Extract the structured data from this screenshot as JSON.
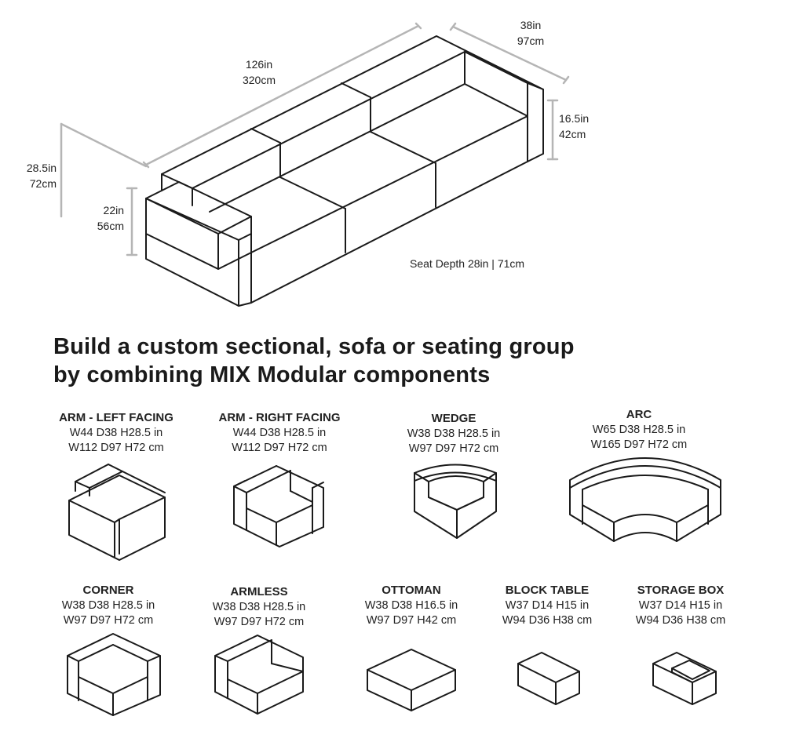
{
  "sofa": {
    "length": [
      "126in",
      "320cm"
    ],
    "depth": [
      "38in",
      "97cm"
    ],
    "arm_height": [
      "16.5in",
      "42cm"
    ],
    "total_height": [
      "28.5in",
      "72cm"
    ],
    "seat_height": [
      "22in",
      "56cm"
    ],
    "seat_depth": "Seat Depth 28in | 71cm"
  },
  "headline": [
    "Build a custom sectional, sofa or seating group",
    "by combining MIX Modular components"
  ],
  "components": [
    {
      "name": "ARM - LEFT FACING",
      "imperial": "W44 D38 H28.5 in",
      "metric": "W112 D97 H72 cm",
      "icon": "arm-left-facing-icon"
    },
    {
      "name": "ARM - RIGHT FACING",
      "imperial": "W44 D38 H28.5 in",
      "metric": "W112 D97 H72 cm",
      "icon": "arm-right-facing-icon"
    },
    {
      "name": "WEDGE",
      "imperial": "W38 D38 H28.5 in",
      "metric": "W97 D97 H72 cm",
      "icon": "wedge-icon"
    },
    {
      "name": "ARC",
      "imperial": "W65 D38 H28.5 in",
      "metric": "W165 D97 H72 cm",
      "icon": "arc-icon"
    },
    {
      "name": "CORNER",
      "imperial": "W38 D38 H28.5 in",
      "metric": "W97 D97 H72 cm",
      "icon": "corner-icon"
    },
    {
      "name": "ARMLESS",
      "imperial": "W38 D38 H28.5 in",
      "metric": "W97 D97 H72 cm",
      "icon": "armless-icon"
    },
    {
      "name": "OTTOMAN",
      "imperial": "W38 D38 H16.5 in",
      "metric": "W97 D97 H42 cm",
      "icon": "ottoman-icon"
    },
    {
      "name": "BLOCK TABLE",
      "imperial": "W37 D14 H15 in",
      "metric": "W94 D36 H38 cm",
      "icon": "block-table-icon"
    },
    {
      "name": "STORAGE BOX",
      "imperial": "W37 D14 H15 in",
      "metric": "W94 D36 H38 cm",
      "icon": "storage-box-icon"
    }
  ],
  "colors": {
    "line": "#1a1a1a",
    "dimension_line": "#b5b5b5",
    "text": "#222222"
  }
}
